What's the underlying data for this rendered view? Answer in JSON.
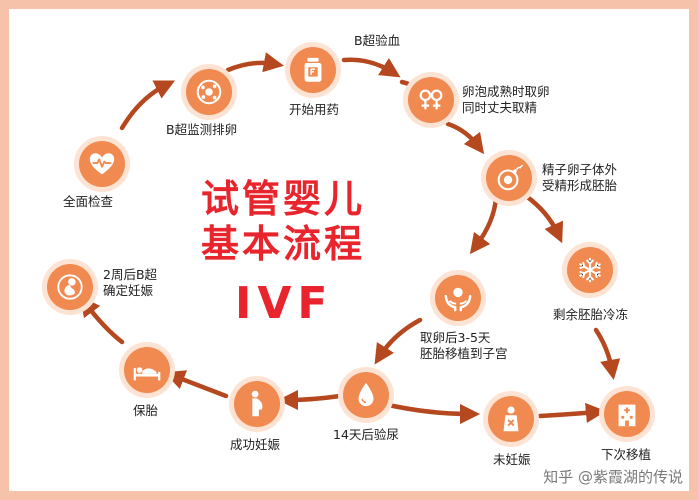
{
  "title_line1": "试管婴儿",
  "title_line2": "基本流程",
  "title_ivf": "IVF",
  "watermark": "知乎 @紫霞湖的传说",
  "colors": {
    "accent": "#f08a50",
    "halo": "#fde3d3",
    "title": "#e8252d",
    "arrow": "#b5481e",
    "border": "#f7c2aa"
  },
  "steps": [
    {
      "id": "full-check",
      "label": "全面检查",
      "icon": "heart-pulse-icon"
    },
    {
      "id": "b-ultrasound-ovulation",
      "label": "B超监测排卵",
      "icon": "follicle-icon"
    },
    {
      "id": "start-medication",
      "label": "开始用药",
      "icon": "medicine-bottle-icon"
    },
    {
      "id": "b-ultrasound-blood",
      "label": "B超验血",
      "icon": ""
    },
    {
      "id": "egg-retrieval",
      "label": "卵泡成熟时取卵\n同时丈夫取精",
      "icon": "gender-symbols-icon"
    },
    {
      "id": "ivf-fertilization",
      "label": "精子卵子体外\n受精形成胚胎",
      "icon": "sperm-egg-icon"
    },
    {
      "id": "freeze-embryo",
      "label": "剩余胚胎冷冻",
      "icon": "snowflake-icon"
    },
    {
      "id": "embryo-transfer",
      "label": "取卵后3-5天\n胚胎移植到子宫",
      "icon": "hands-embryo-icon"
    },
    {
      "id": "urine-test",
      "label": "14天后验尿",
      "icon": "drop-icon"
    },
    {
      "id": "not-pregnant",
      "label": "未妊娠",
      "icon": "woman-cross-icon"
    },
    {
      "id": "next-transfer",
      "label": "下次移植",
      "icon": "hospital-icon"
    },
    {
      "id": "success-pregnancy",
      "label": "成功妊娠",
      "icon": "pregnant-icon"
    },
    {
      "id": "protect-fetus",
      "label": "保胎",
      "icon": "bed-rest-icon"
    },
    {
      "id": "confirm-pregnancy",
      "label": "2周后B超\n确定妊娠",
      "icon": "fetus-icon"
    }
  ]
}
